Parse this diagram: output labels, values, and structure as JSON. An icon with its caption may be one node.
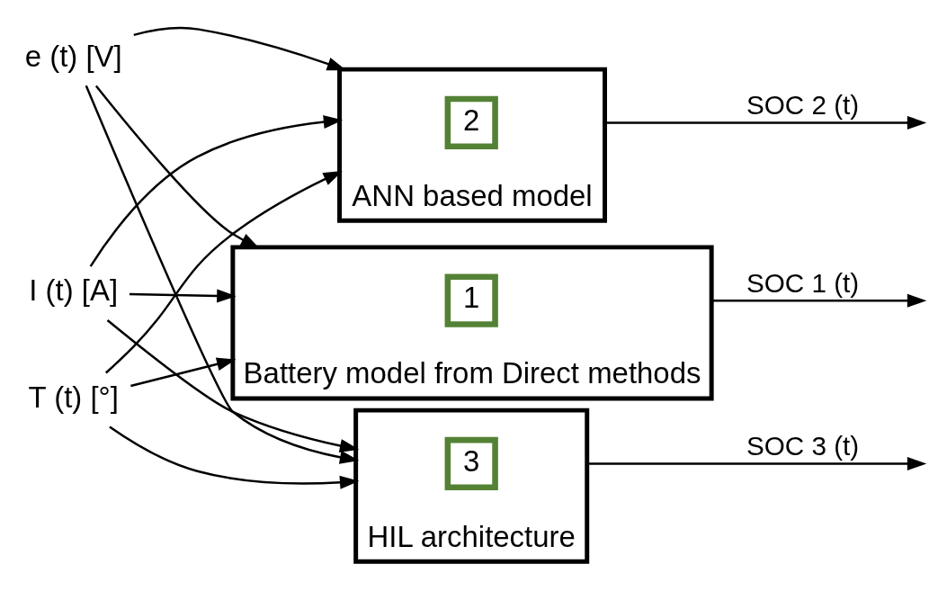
{
  "diagram": {
    "nodes": [
      {
        "text": [
          "I (t) [A]"
        ]
      },
      {
        "text": [
          "e (t) [V]"
        ]
      },
      {
        "text": [
          "T (t) [°]"
        ]
      },
      {
        "text": [
          "Battery model from Direct methods"
        ]
      },
      {
        "text": [
          "1"
        ],
        "in": 3
      },
      {
        "text": [
          "ANN based model"
        ]
      },
      {
        "text": [
          "2"
        ],
        "in": 5
      },
      {
        "text": [
          "HIL architecture"
        ]
      },
      {
        "text": [
          "3"
        ],
        "in": 7
      }
    ],
    "edges": [
      {
        "from": 0,
        "to": 3,
        "arrow": "to"
      },
      {
        "from": 0,
        "to": 5,
        "arrow": "to"
      },
      {
        "from": 0,
        "to": 7,
        "arrow": "to"
      },
      {
        "from": 1,
        "to": 3,
        "arrow": "to"
      },
      {
        "from": 1,
        "to": 5,
        "arrow": "to"
      },
      {
        "from": 1,
        "to": 7,
        "arrow": "to"
      },
      {
        "from": 2,
        "to": 3,
        "arrow": "to"
      },
      {
        "from": 2,
        "to": 5,
        "arrow": "to"
      },
      {
        "from": 2,
        "to": 7,
        "arrow": "to"
      },
      {
        "from": 3,
        "to": null,
        "arrow": "to",
        "label": "SOC 1 (t)"
      },
      {
        "from": 5,
        "to": null,
        "arrow": "to",
        "label": "SOC 2 (t)"
      },
      {
        "from": 7,
        "to": null,
        "arrow": "to",
        "label": "SOC 3 (t)"
      }
    ]
  }
}
